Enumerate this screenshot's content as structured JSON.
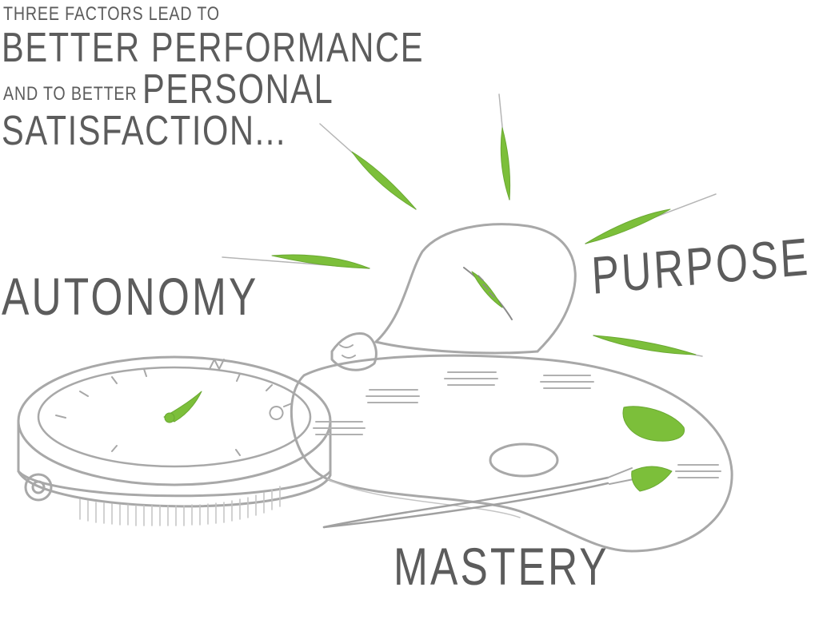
{
  "headline": {
    "line1": "THREE FACTORS LEAD TO",
    "line2": "BETTER PERFORMANCE",
    "line3_small": "AND TO BETTER",
    "line3_big": "PERSONAL",
    "line4": "SATISFACTION..."
  },
  "factors": {
    "autonomy": "AUTONOMY",
    "purpose": "PURPOSE",
    "mastery": "MASTERY"
  },
  "colors": {
    "ink": "#5c5c5c",
    "sketch": "#a8a8a8",
    "accent": "#7cbf3a"
  },
  "icons": {
    "compass": "compass-icon",
    "lightbulb": "lightbulb-icon",
    "palette": "paint-palette-icon"
  }
}
